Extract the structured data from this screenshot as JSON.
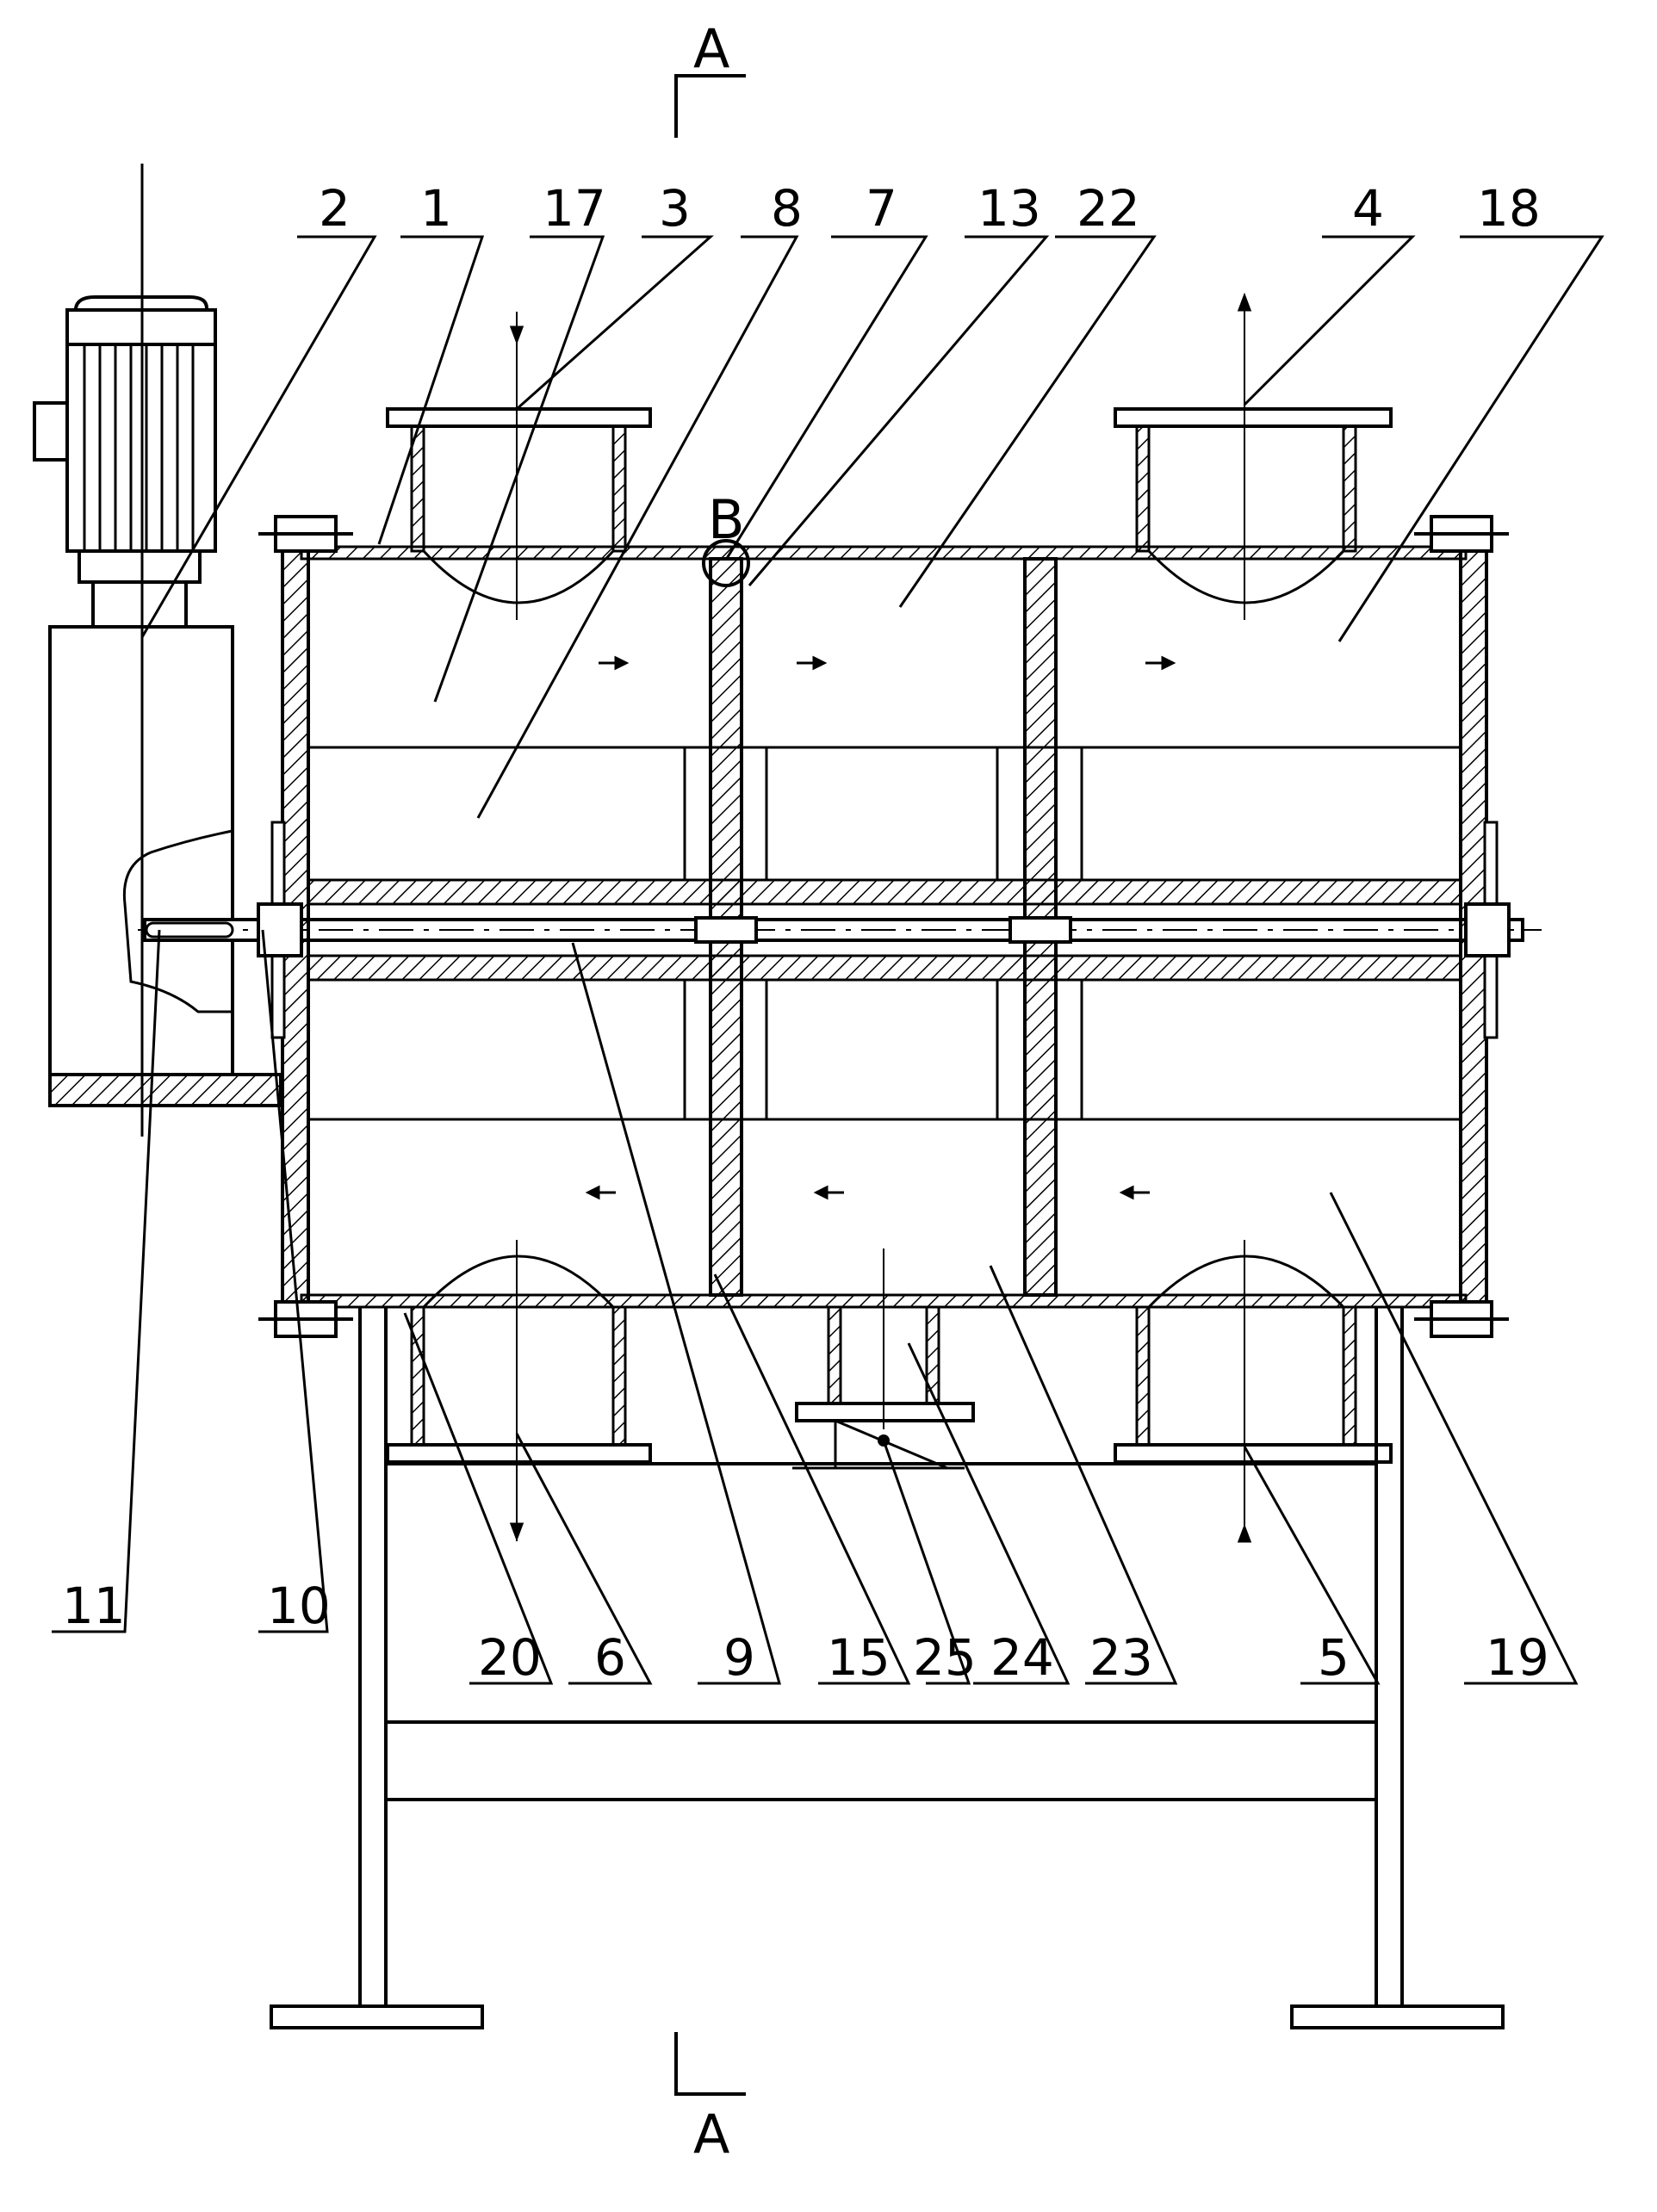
{
  "section": {
    "top": "A",
    "bottom": "A",
    "detail": "B"
  },
  "parts_top": [
    "2",
    "1",
    "17",
    "3",
    "8",
    "7",
    "13",
    "22",
    "4",
    "18"
  ],
  "parts_bottom": [
    "11",
    "10",
    "20",
    "6",
    "9",
    "15",
    "25",
    "24",
    "23",
    "5",
    "19"
  ],
  "colors": {
    "line": "#000000",
    "background": "#ffffff"
  }
}
